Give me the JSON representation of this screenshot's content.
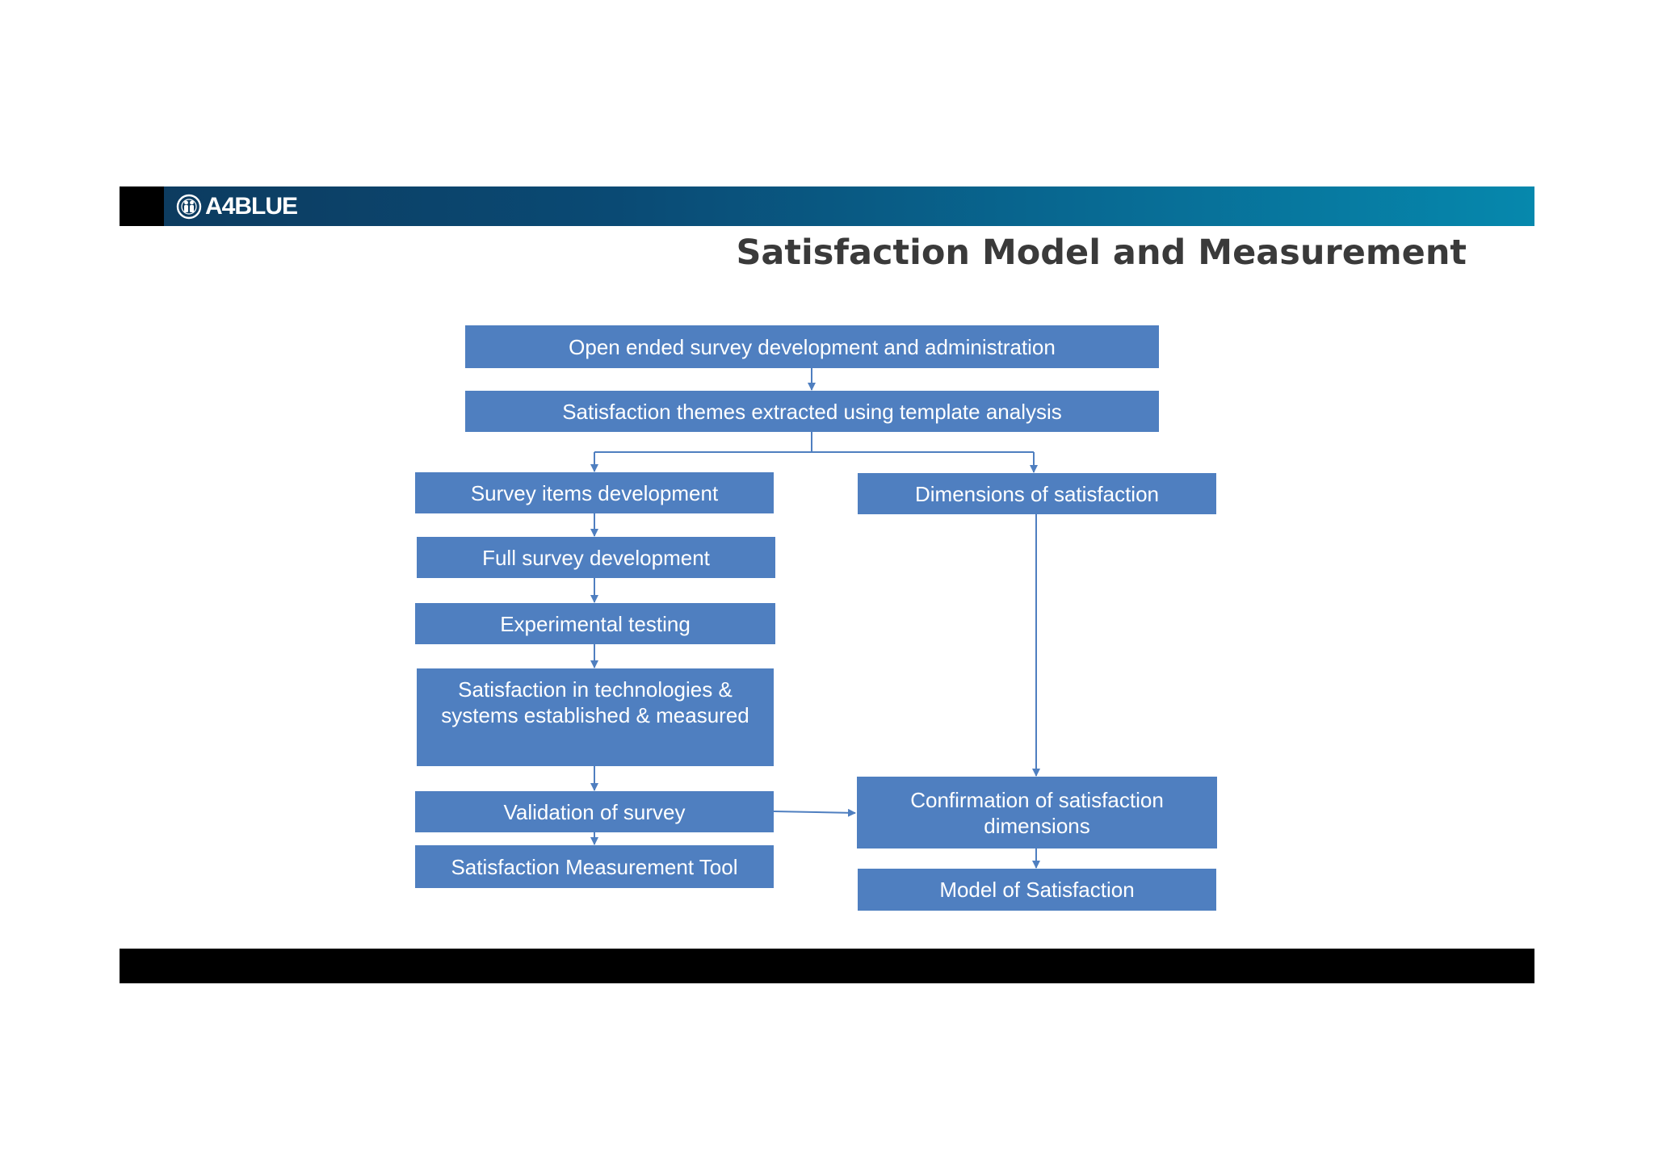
{
  "header": {
    "logo_text": "A4BLUE",
    "logo_icon": "globe-people-icon"
  },
  "slide": {
    "title": "Satisfaction Model and Measurement"
  },
  "flowchart": {
    "open_ended_survey": "Open ended survey development and administration",
    "themes_extracted": "Satisfaction themes extracted using template analysis",
    "survey_items": "Survey items development",
    "full_survey": "Full survey development",
    "experimental_testing": "Experimental testing",
    "satisfaction_technologies": "Satisfaction in technologies & systems established & measured",
    "validation": "Validation of survey",
    "measurement_tool": "Satisfaction Measurement Tool",
    "dimensions": "Dimensions of satisfaction",
    "confirmation": "Confirmation of satisfaction dimensions",
    "model": "Model of Satisfaction"
  },
  "colors": {
    "box_fill": "#4f7fc0",
    "connector": "#4f7fc0",
    "title_text": "#3a3a3a",
    "header_gradient_start": "#0d3a5e",
    "header_gradient_end": "#0688ad",
    "footer_bar": "#000000"
  }
}
